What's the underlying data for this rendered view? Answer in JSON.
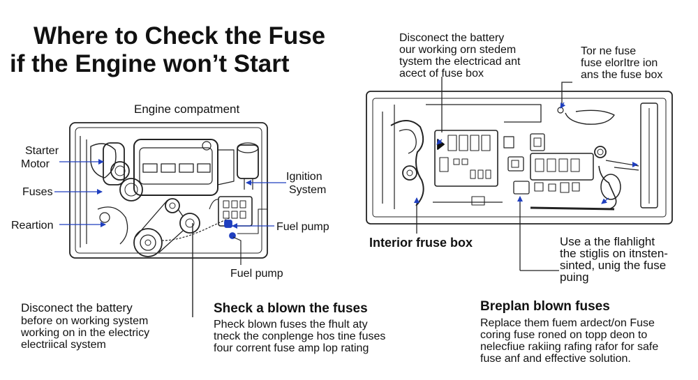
{
  "title_lines": [
    "Where to Check the Fuse",
    "if the Engine won’t Start"
  ],
  "engine_diagram": {
    "heading": "Engine compatment",
    "labels": {
      "starter": [
        "Starter",
        "Motor"
      ],
      "fuses": "Fuses",
      "reartion": "Reartion",
      "ignition": [
        "Ignition",
        "System"
      ],
      "fuel_pump_right": "Fuel pump",
      "fuel_pump_bottom": "Fuel pump"
    }
  },
  "fuse_box_diagram": {
    "label": "Interior fruse box",
    "note_top_center": [
      "Disconect the battery",
      "our working orn stedem",
      "tystem the electricad ant",
      "acect of fuse box"
    ],
    "note_top_right": [
      "Tor ne fuse",
      "fuse elorItre ion",
      "ans the fuse box"
    ],
    "note_right": [
      "Use a the flahlight",
      "the stiglis on itnsten-",
      "sinted, unig the fuse",
      "puing"
    ]
  },
  "bottom_sections": [
    {
      "heading": "Disconect the battery",
      "lines": [
        "before on working system",
        "working on in the electricy",
        "electriical system"
      ]
    },
    {
      "heading": "Sheck a blown the fuses",
      "lines": [
        "Pheck blown fuses the fhult aty",
        "tneck the conplenge hos tine fuses",
        "four corrent fuse amp lop rating"
      ]
    },
    {
      "heading": "Breplan blown fuses",
      "lines": [
        "Replace them fuem ardect/on Fuse",
        "coring fuse roned on topp deon to",
        "nelecfiue rakiing rafing rafor for safe",
        "fuse anf and effective solution."
      ]
    }
  ],
  "colors": {
    "ink": "#111111",
    "line": "#222222",
    "accent": "#1f3fbf"
  }
}
